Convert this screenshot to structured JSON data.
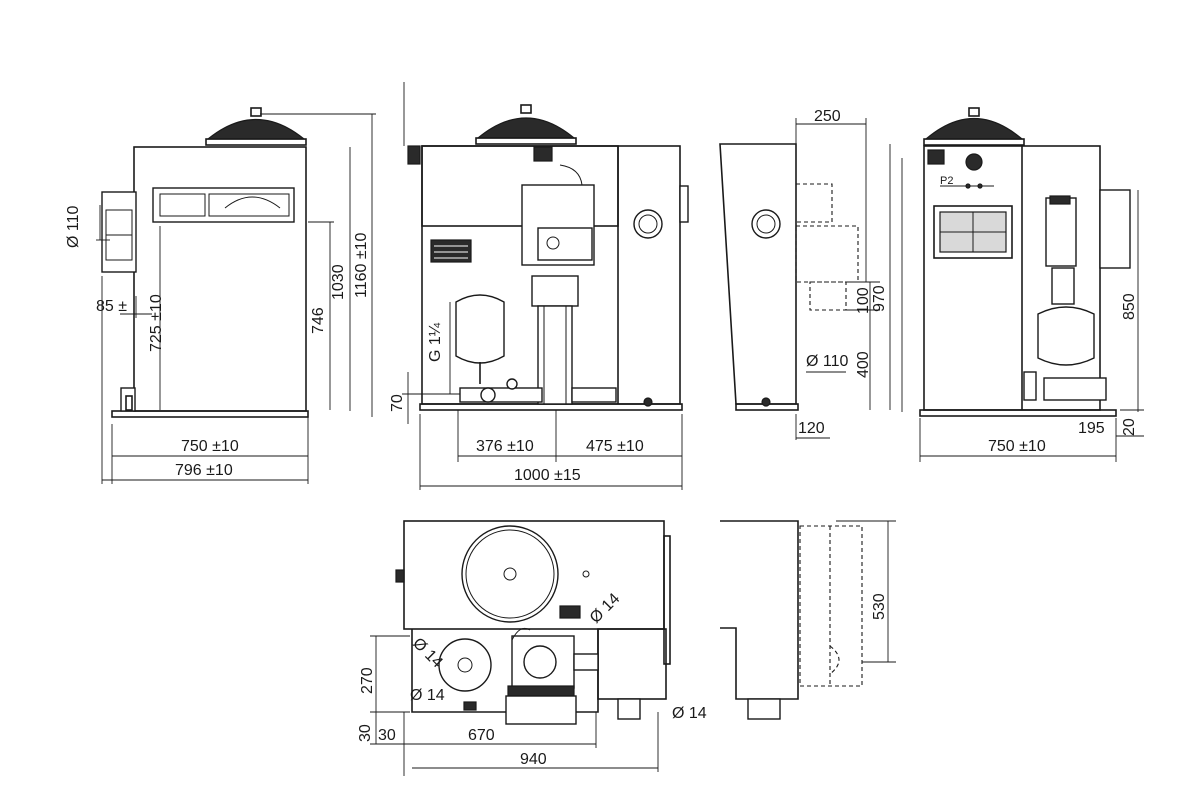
{
  "diagram": {
    "colors": {
      "line": "#1a1a1a",
      "fill_light": "#d9d9d9",
      "fill_dark": "#2a2a2a"
    },
    "labels": {
      "v1_dia": "Ø 110",
      "v1_85": "85 ±",
      "v1_725": "725 ±10",
      "v1_746": "746",
      "v1_1030": "1030",
      "v1_1160": "1160 ±10",
      "v1_750": "750 ±10",
      "v1_796": "796 ±10",
      "v2_g": "G 1¼",
      "v2_70": "70",
      "v2_376": "376 ±10",
      "v2_475": "475 ±10",
      "v2_1000": "1000 ±15",
      "v3_250": "250",
      "v3_100": "100",
      "v3_dia": "Ø 110",
      "v3_400": "400",
      "v3_970": "970",
      "v3_120": "120",
      "v4_p2": "P2",
      "v4_850": "850",
      "v4_750": "750 ±10",
      "v4_195": "195",
      "v4_20": "20",
      "t_270": "270",
      "t_30a": "30",
      "t_30b": "30",
      "t_670": "670",
      "t_940": "940",
      "t_d14a": "Ø 14",
      "t_d14b": "Ø 14",
      "t_d14c": "Ø 14",
      "t_d14d": "Ø 14",
      "t_530": "530"
    }
  }
}
